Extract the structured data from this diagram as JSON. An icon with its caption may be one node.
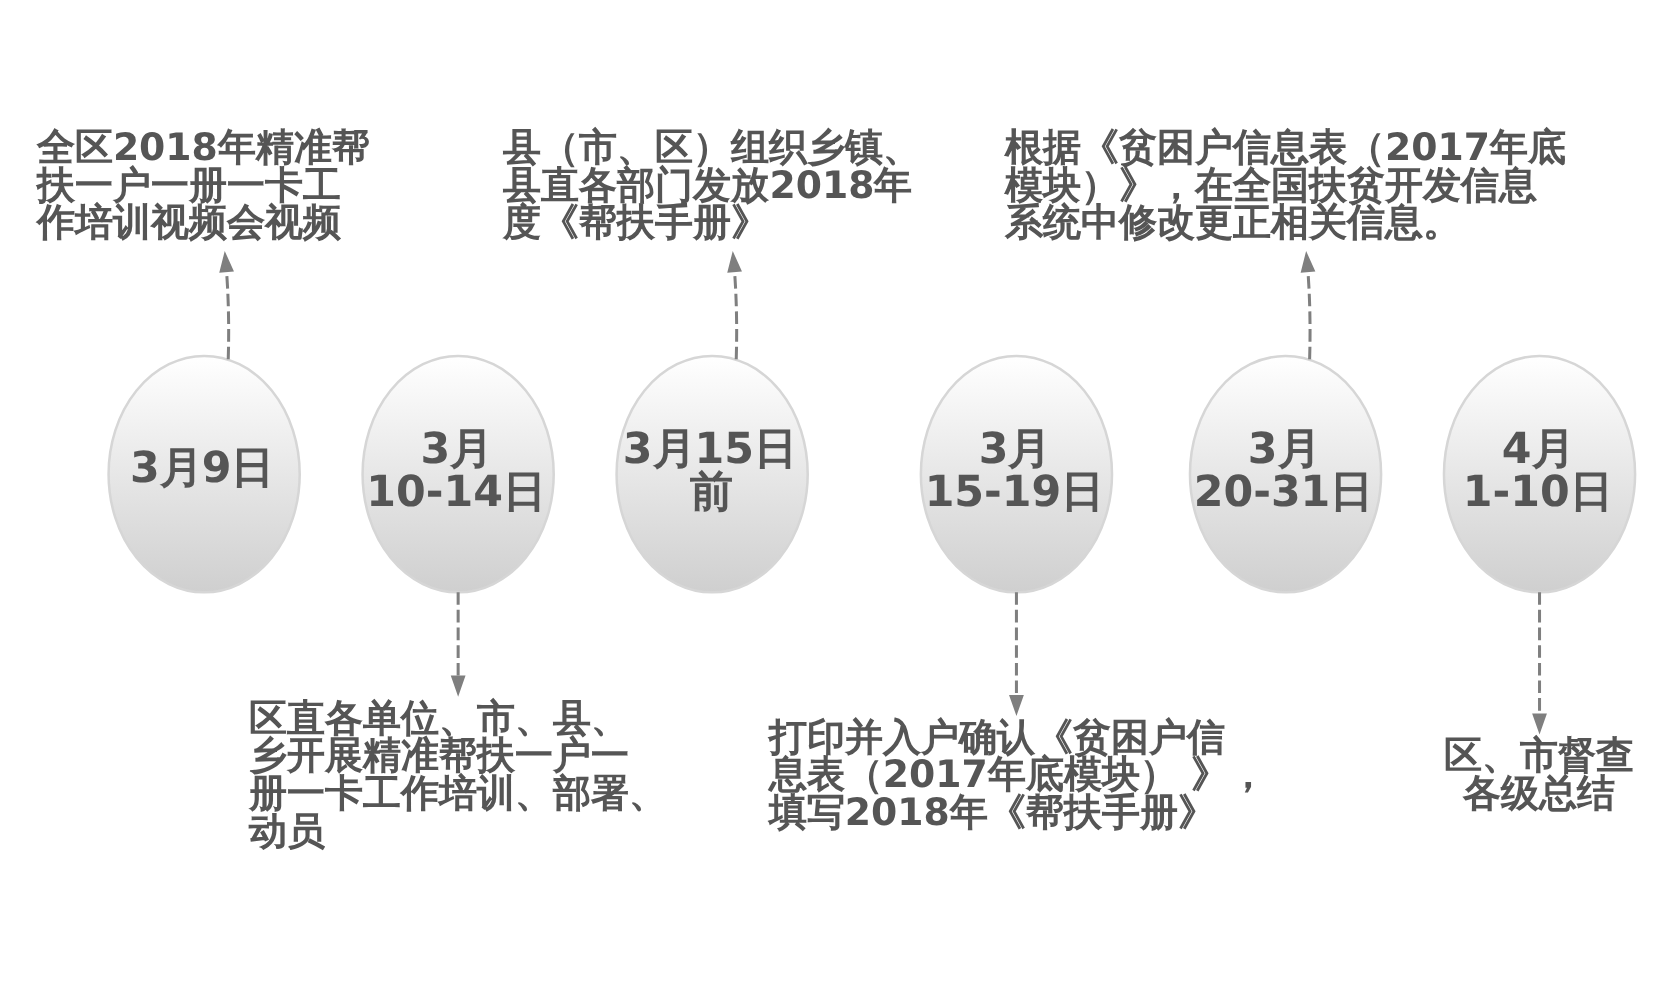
{
  "diagram": {
    "nodes": [
      {
        "text": [
          "全区2018年精准帮扶一户一册一卡工作培训视频会视频"
        ]
      },
      {
        "text": [
          "县（市、区）组织乡镇、县直各部门发放2018年度《帮扶手册》"
        ]
      },
      {
        "text": [
          "根据《贫困户信息表（2017年底模块）》，在全国扶贫开发信息系统中修改更正相关信息。"
        ]
      },
      {
        "text": [
          "3月9日"
        ]
      },
      {
        "text": [
          "3月10-14日"
        ]
      },
      {
        "text": [
          "3月15日前"
        ]
      },
      {
        "text": [
          "3月15-19日"
        ]
      },
      {
        "text": [
          "3月20-31日"
        ]
      },
      {
        "text": [
          "4月1-10日"
        ]
      },
      {
        "text": [
          "区直各单位、市、县、乡开展精准帮扶一户一册一卡工作培训、部署、动员"
        ]
      },
      {
        "text": [
          "打印并入户确认《贫困户信息表（2017年底模块） 》，填写2018年《帮扶手册》"
        ]
      },
      {
        "text": [
          "区、市督查各级总结"
        ]
      }
    ],
    "edges": [
      {
        "from": 3,
        "to": 0,
        "arrow": "to",
        "style": "dashed"
      },
      {
        "from": 5,
        "to": 1,
        "arrow": "to",
        "style": "dashed"
      },
      {
        "from": 7,
        "to": 2,
        "arrow": "to",
        "style": "dashed"
      },
      {
        "from": 4,
        "to": 9,
        "arrow": "to",
        "style": "dashed"
      },
      {
        "from": 6,
        "to": 10,
        "arrow": "to",
        "style": "dashed"
      },
      {
        "from": 8,
        "to": 11,
        "arrow": "to",
        "style": "dashed"
      }
    ]
  }
}
